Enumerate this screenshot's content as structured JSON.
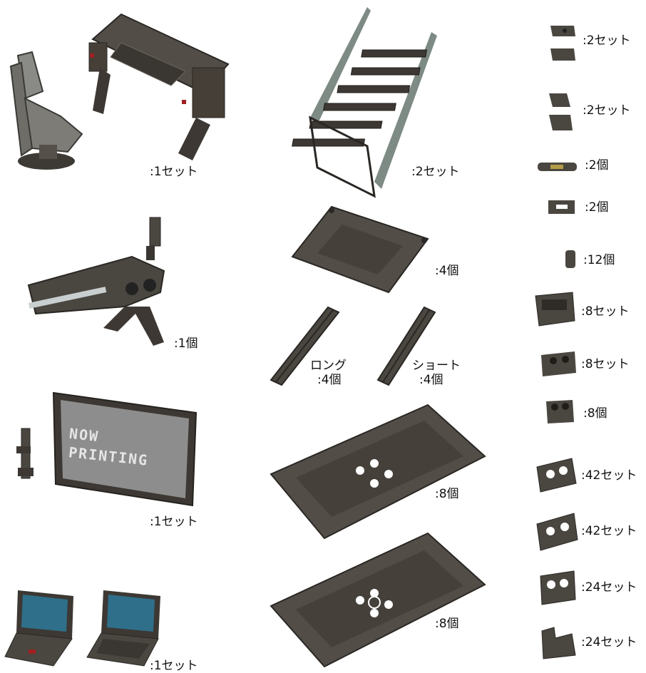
{
  "labels": {
    "seat_console": ":1セット",
    "stairs": ":2セット",
    "cannon": ":1個",
    "floor_small": ":4個",
    "rail_long_name": "ロング",
    "rail_long_qty": ":4個",
    "rail_short_name": "ショート",
    "rail_short_qty": ":4個",
    "monitor": ":1セット",
    "floor_large_a": ":8個",
    "floor_large_b": ":8個",
    "laptops": ":1セット",
    "joint_a": ":2セット",
    "joint_b": ":2セット",
    "joint_c": ":2個",
    "joint_d": ":2個",
    "joint_e": ":12個",
    "joint_f": ":8セット",
    "joint_g": ":8セット",
    "joint_h": ":8個",
    "joint_i": ":42セット",
    "joint_j": ":42セット",
    "joint_k": ":24セット",
    "joint_l": ":24セット"
  },
  "monitor_screen": {
    "line1": "NOW",
    "line2": "PRINTING"
  },
  "colors": {
    "plastic": "#4a4640",
    "plastic_dark": "#2f2c28",
    "plastic_light": "#6a655c",
    "screen_gray": "#8d8d8d",
    "laptop_screen": "#2f6f8a",
    "accent_red": "#a02020"
  }
}
